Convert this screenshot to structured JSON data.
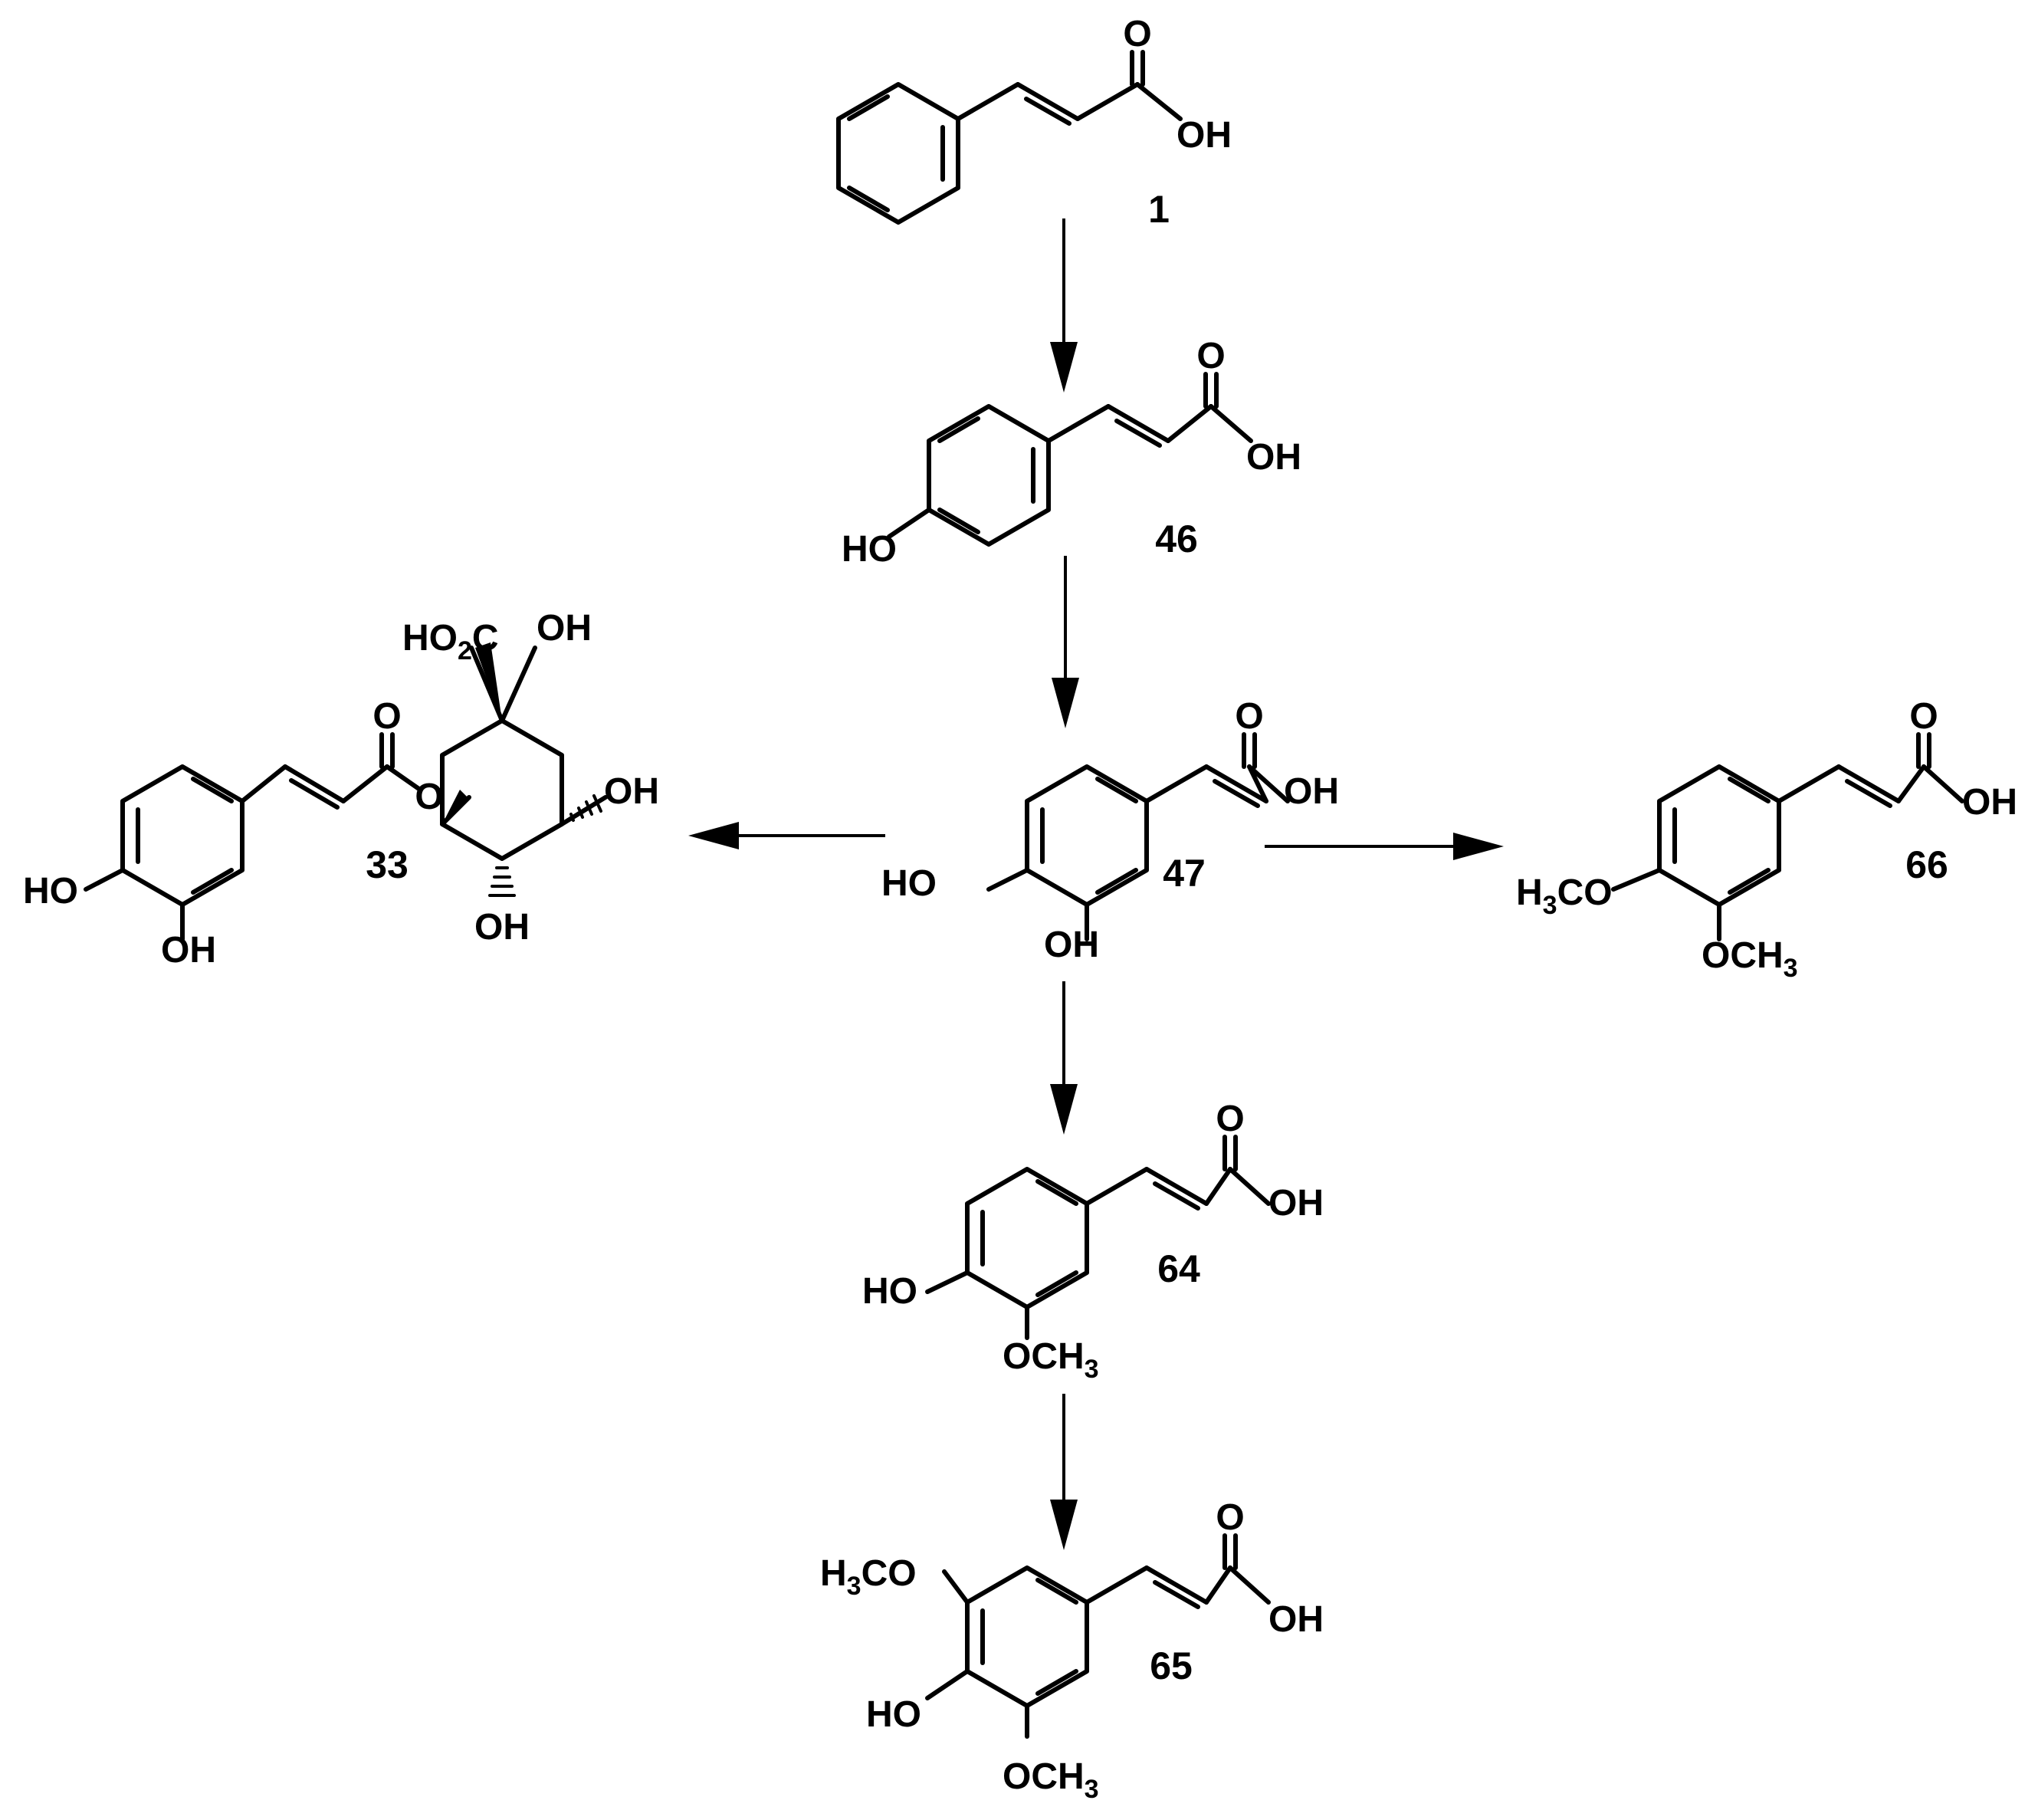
{
  "compounds": {
    "c1": {
      "number": "1",
      "labels": {
        "o": "O",
        "oh": "OH"
      }
    },
    "c46": {
      "number": "46",
      "labels": {
        "o": "O",
        "oh": "OH",
        "ho": "HO"
      }
    },
    "c47": {
      "number": "47",
      "labels": {
        "o": "O",
        "oh": "OH",
        "ho": "HO",
        "oh3": "OH"
      }
    },
    "c33": {
      "number": "33",
      "labels": {
        "o_carbonyl": "O",
        "o_ester": "O",
        "ho2c_a": "HO",
        "ho2c_sub": "2",
        "ho2c_b": "C",
        "oh_top": "OH",
        "oh_right": "OH",
        "oh_bottom": "OH",
        "ho": "HO",
        "oh3": "OH"
      }
    },
    "c66": {
      "number": "66",
      "labels": {
        "o": "O",
        "oh": "OH",
        "h3co_a": "H",
        "h3co_sub": "3",
        "h3co_b": "CO",
        "och3_a": "OCH",
        "och3_sub": "3"
      }
    },
    "c64": {
      "number": "64",
      "labels": {
        "o": "O",
        "oh": "OH",
        "ho": "HO",
        "och3_a": "OCH",
        "och3_sub": "3"
      }
    },
    "c65": {
      "number": "65",
      "labels": {
        "o": "O",
        "oh": "OH",
        "h3co_a": "H",
        "h3co_sub": "3",
        "h3co_b": "CO",
        "ho": "HO",
        "och3_a": "OCH",
        "och3_sub": "3"
      }
    }
  },
  "colors": {
    "ink": "#000000",
    "background": "#ffffff"
  }
}
